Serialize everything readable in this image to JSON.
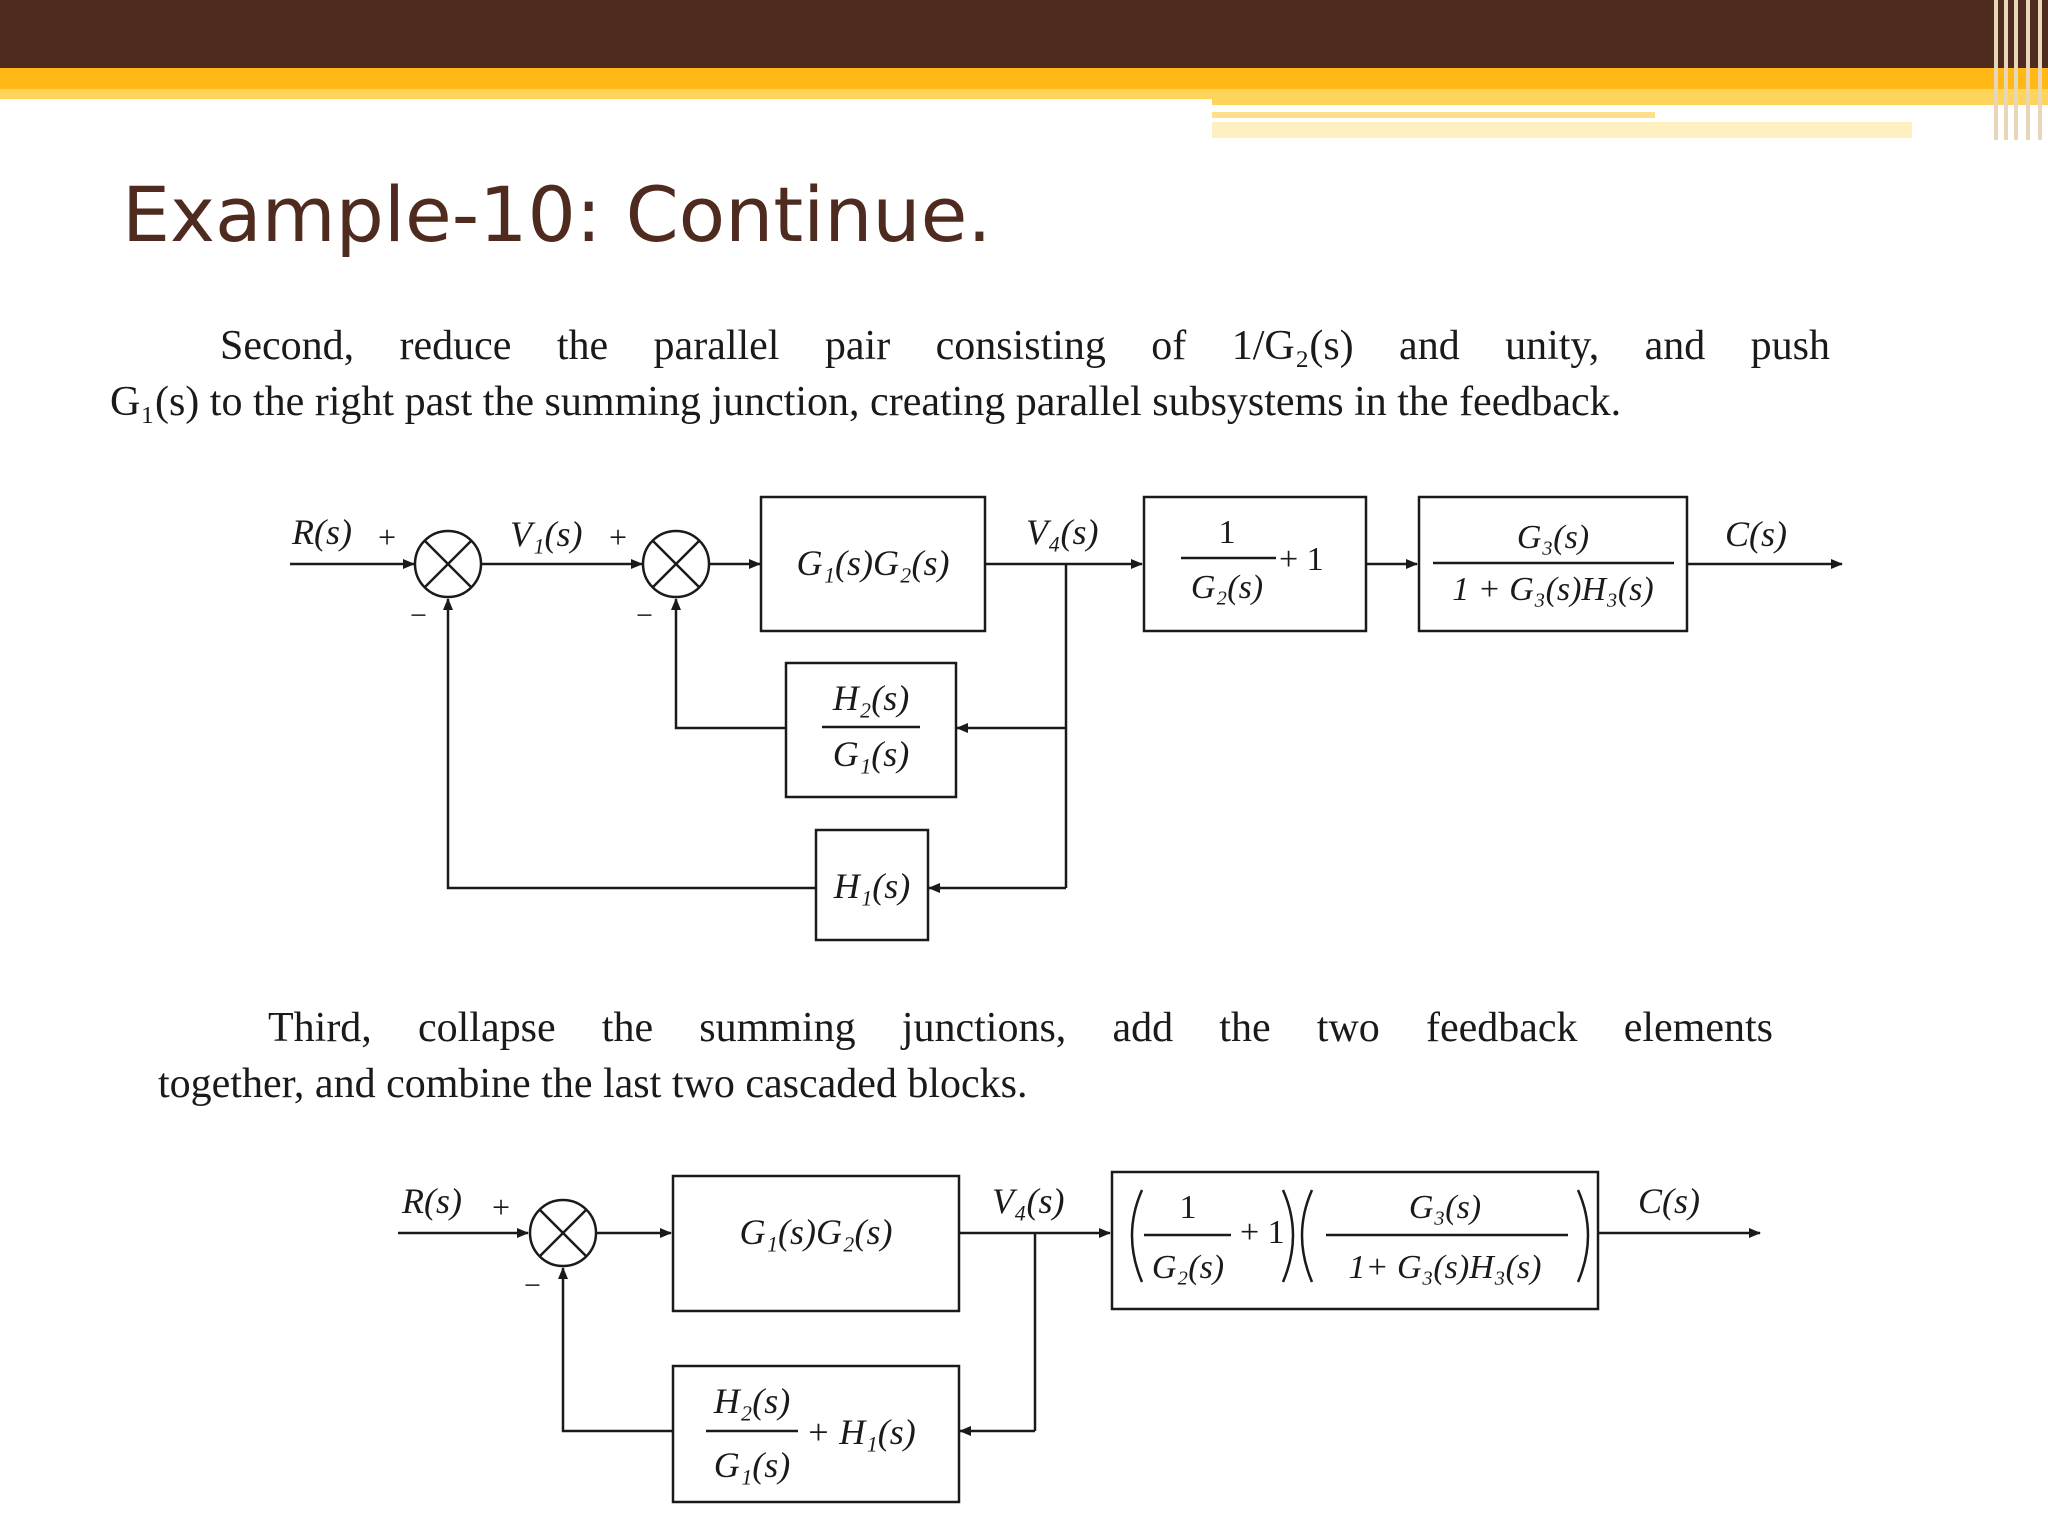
{
  "slide": {
    "title": "Example-10: Continue.",
    "paragraph1": {
      "line1": "Second, reduce the parallel pair consisting of 1/G₂(s) and unity, and push",
      "line2": "G₁(s) to the right past the summing junction, creating parallel subsystems in the feedback."
    },
    "paragraph2": {
      "line1": "Third, collapse the summing junctions, add the two feedback elements",
      "line2": "together, and combine the last two cascaded blocks."
    }
  },
  "diagram1": {
    "input": "R(s)",
    "output": "C(s)",
    "v1": "V₁(s)",
    "v4": "V₄(s)",
    "plus": "+",
    "minus": "−",
    "forward_block": "G₁(s)G₂(s)",
    "block2_num": "1",
    "block2_den": "G₂(s)",
    "block2_add": "+ 1",
    "block3_num": "G₃(s)",
    "block3_den": "1 + G₃(s)H₃(s)",
    "fb_inner_num": "H₂(s)",
    "fb_inner_den": "G₁(s)",
    "fb_outer": "H₁(s)"
  },
  "diagram2": {
    "input": "R(s)",
    "output": "C(s)",
    "v4": "V₄(s)",
    "plus": "+",
    "minus": "−",
    "forward_block": "G₁(s)G₂(s)",
    "combined_num1": "1",
    "combined_den1": "G₂(s)",
    "combined_add": "+ 1",
    "combined_num2": "G₃(s)",
    "combined_den2": "1+ G₃(s)H₃(s)",
    "fb_num": "H₂(s)",
    "fb_den": "G₁(s)",
    "fb_add": "+ H₁(s)"
  }
}
